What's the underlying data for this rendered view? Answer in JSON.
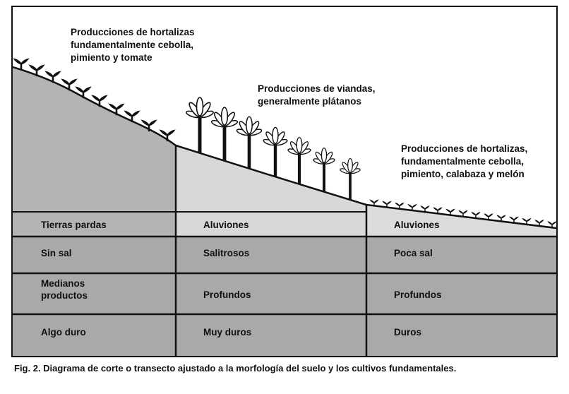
{
  "colors": {
    "ink": "#111111",
    "left-terrain": "#b4b4b4",
    "mid-terrain": "#d8d8d8",
    "right-terrain": "#dcdcdc",
    "row-fill": "#a9a9a9"
  },
  "icons": {
    "small_crop": "sprout-icon",
    "banana": "banana-plant-icon"
  },
  "annotations": {
    "left": [
      "Producciones de hortalizas",
      "fundamentalmente cebolla,",
      "pimiento y tomate"
    ],
    "middle": [
      "Producciones de viandas,",
      "generalmente plátanos"
    ],
    "right": [
      "Producciones de hortalizas,",
      "fundamentalmente cebolla,",
      "pimiento, calabaza y melón"
    ]
  },
  "table": {
    "columns": [
      {
        "header": "Tierras pardas",
        "rows": [
          "Sin sal",
          "Medianos productos",
          "Algo duro"
        ]
      },
      {
        "header": "Aluviones",
        "rows": [
          "Salitrosos",
          "Profundos",
          "Muy duros"
        ]
      },
      {
        "header": "Aluviones",
        "rows": [
          "Poca sal",
          "Profundos",
          "Duros"
        ]
      }
    ]
  },
  "caption": "Fig. 2. Diagrama de corte o transecto ajustado a la morfología del suelo y los cultivos fundamentales."
}
